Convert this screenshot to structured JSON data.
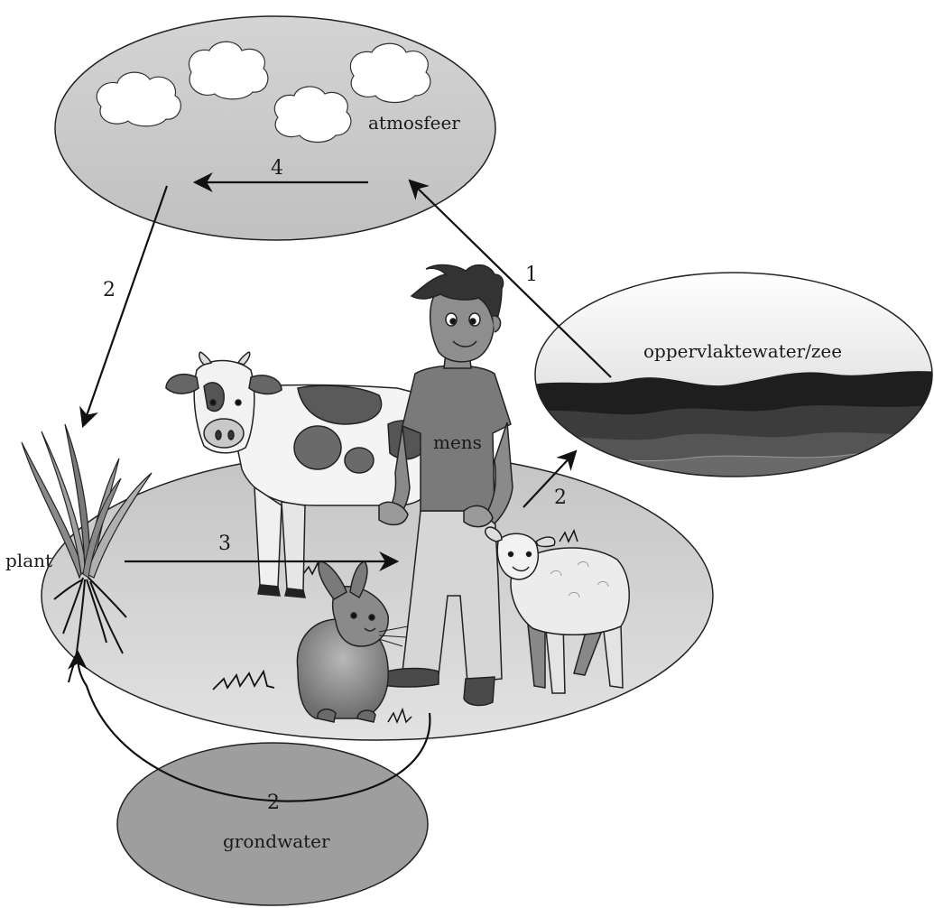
{
  "labels": {
    "atmosphere": "atmosfeer",
    "surface_water": "oppervlaktewater/zee",
    "human": "mens",
    "plant": "plant",
    "groundwater": "grondwater"
  },
  "arrows": {
    "surface_to_atmosphere": "1",
    "atmosphere_to_plant": "2",
    "land_to_surface_water": "2",
    "groundwater_to_plant": "2",
    "plant_to_animals": "3",
    "within_atmosphere": "4"
  },
  "colors": {
    "atmosphere_fill": "#c8c8c8",
    "land_fill": "#cfcfcf",
    "groundwater_fill": "#9a9a9a",
    "arrow": "#111111"
  },
  "icons": [
    "cloud-icon",
    "cow-icon",
    "human-icon",
    "rabbit-icon",
    "sheep-icon",
    "plant-icon",
    "water-waves-icon"
  ]
}
